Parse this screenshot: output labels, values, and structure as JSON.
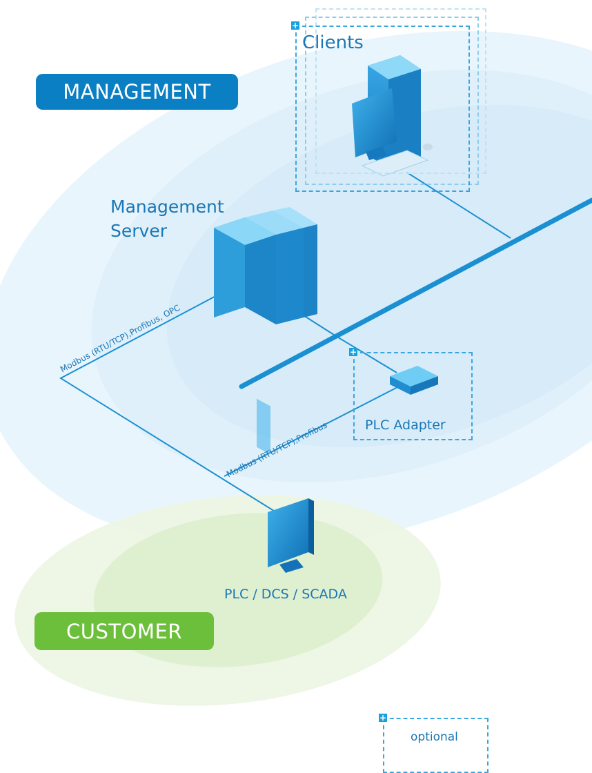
{
  "zones": {
    "management": {
      "label": "MANAGEMENT",
      "color": "#0a7fc4"
    },
    "customer": {
      "label": "CUSTOMER",
      "color": "#6cbf3a"
    }
  },
  "nodes": {
    "clients": {
      "label": "Clients"
    },
    "management_server": {
      "label_line1": "Management",
      "label_line2": "Server"
    },
    "plc_adapter": {
      "label": "PLC Adapter"
    },
    "plc_dcs_scada": {
      "label": "PLC / DCS / SCADA"
    }
  },
  "links": {
    "server_to_plc": {
      "label": "Modbus (RTU/TCP),Profibus, OPC"
    },
    "adapter_to_plc": {
      "label": "Modbus (RTU/TCP),Profibus"
    }
  },
  "legend": {
    "optional_label": "optional"
  },
  "colors": {
    "line": "#1a8fd1",
    "text": "#1a77b6",
    "dash": "#3aa6df"
  }
}
